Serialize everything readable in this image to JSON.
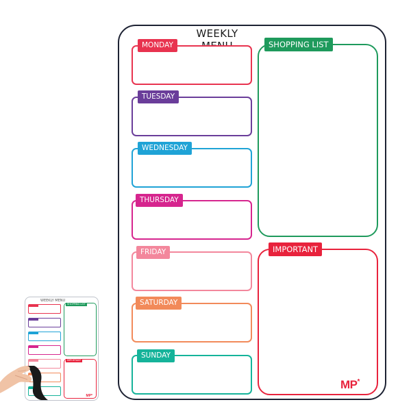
{
  "board": {
    "title": "WEEKLY MENU",
    "days": [
      {
        "label": "MONDAY",
        "color": "#e8334f"
      },
      {
        "label": "TUESDAY",
        "color": "#6a3d9a"
      },
      {
        "label": "WEDNESDAY",
        "color": "#1fa3d6"
      },
      {
        "label": "THURSDAY",
        "color": "#d6258e"
      },
      {
        "label": "FRIDAY",
        "color": "#f3879c"
      },
      {
        "label": "SATURDAY",
        "color": "#f28a5a"
      },
      {
        "label": "SUNDAY",
        "color": "#15b39a"
      }
    ],
    "shopping": {
      "label": "SHOPPING LIST",
      "color": "#1e9a5c"
    },
    "important": {
      "label": "IMPORTANT",
      "color": "#e8223c"
    },
    "logo": {
      "text": "MP",
      "star": "*"
    }
  },
  "thumbnail": {
    "title": "WEEKLY MENU",
    "shopping_label": "SHOPPING LIST",
    "important_label": "IMPORTANT",
    "logo": "MP*"
  }
}
